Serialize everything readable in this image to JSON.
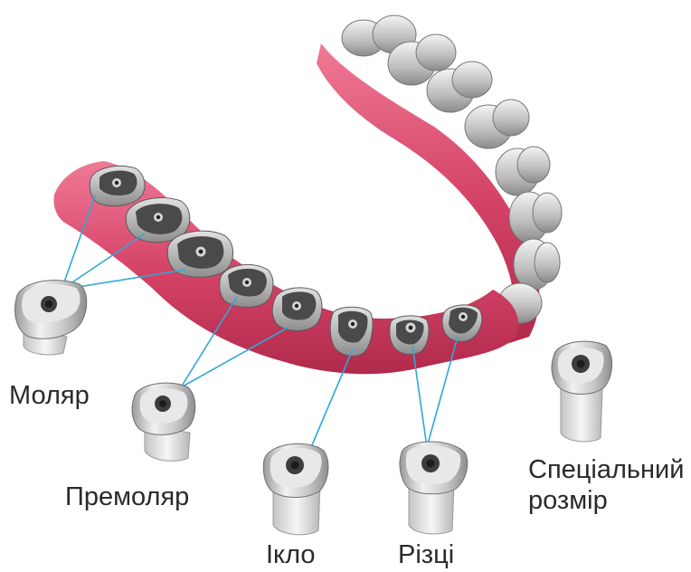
{
  "labels": {
    "molar": "Моляр",
    "premolar": "Премоляр",
    "canine": "Ікло",
    "incisors": "Різці",
    "custom_line1": "Спеціальний",
    "custom_line2": "розмір"
  },
  "colors": {
    "gum": "#c93a5c",
    "gum_highlight": "#ec6f8c",
    "tooth": "#d9d9d9",
    "metal": "#cfcfcf",
    "abutment_top": "#4a4a4a",
    "connector_line": "#2fa8d8",
    "text": "#2a2a2a"
  }
}
